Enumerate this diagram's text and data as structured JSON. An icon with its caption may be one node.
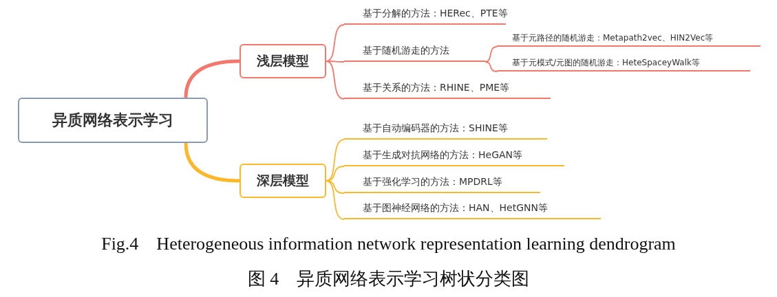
{
  "diagram": {
    "caption": "Fig.4　Heterogeneous information network representation learning dendrogram",
    "nodes": [
      {
        "text": [
          "异质网络表示学习"
        ]
      },
      {
        "text": [
          "浅层模型"
        ]
      },
      {
        "text": [
          "深层模型"
        ]
      },
      {
        "text": [
          "基于分解的方法：HERec、PTE等"
        ]
      },
      {
        "text": [
          "基于随机游走的方法"
        ]
      },
      {
        "text": [
          "基于元路径的随机游走：Metapath2vec、HIN2Vec等"
        ]
      },
      {
        "text": [
          "基于元模式/元图的随机游走：HeteSpaceyWalk等"
        ]
      },
      {
        "text": [
          "基于关系的方法：RHINE、PME等"
        ]
      },
      {
        "text": [
          "基于自动编码器的方法：SHINE等"
        ]
      },
      {
        "text": [
          "基于生成对抗网络的方法：HeGAN等"
        ]
      },
      {
        "text": [
          "基于强化学习的方法：MPDRL等"
        ]
      },
      {
        "text": [
          "基于图神经网络的方法：HAN、HetGNN等"
        ]
      }
    ],
    "edges": [
      {
        "from": 0,
        "to": 1,
        "arrow": "none",
        "style": "thick",
        "color": "#f4776b"
      },
      {
        "from": 0,
        "to": 2,
        "arrow": "none",
        "style": "thick",
        "color": "#fbb829"
      },
      {
        "from": 1,
        "to": 3,
        "arrow": "none",
        "color": "#f4776b"
      },
      {
        "from": 1,
        "to": 4,
        "arrow": "none",
        "color": "#f4776b"
      },
      {
        "from": 4,
        "to": 5,
        "arrow": "none",
        "color": "#f4776b"
      },
      {
        "from": 4,
        "to": 6,
        "arrow": "none",
        "color": "#f4776b"
      },
      {
        "from": 1,
        "to": 7,
        "arrow": "none",
        "color": "#f4776b"
      },
      {
        "from": 2,
        "to": 8,
        "arrow": "none",
        "color": "#fbb829"
      },
      {
        "from": 2,
        "to": 9,
        "arrow": "none",
        "color": "#fbb829"
      },
      {
        "from": 2,
        "to": 10,
        "arrow": "none",
        "color": "#fbb829"
      },
      {
        "from": 2,
        "to": 11,
        "arrow": "none",
        "color": "#fbb829"
      }
    ],
    "labels": [
      "图 4　异质网络表示学习树状分类图"
    ]
  }
}
